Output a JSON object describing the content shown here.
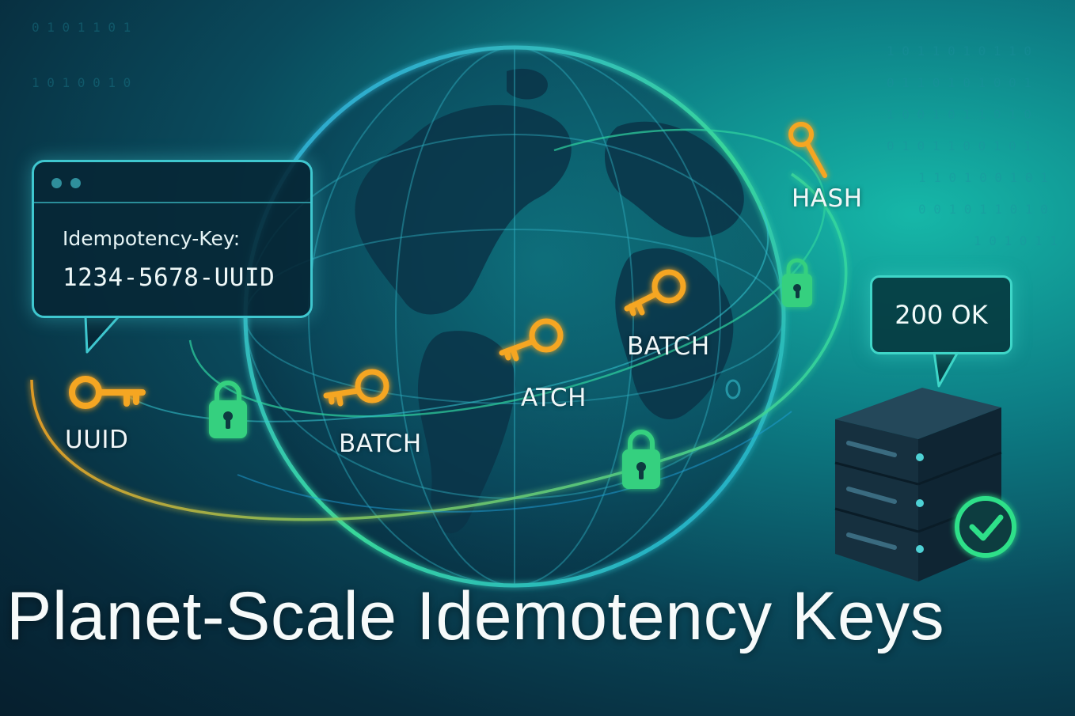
{
  "callout": {
    "header_label": "Idempotency-Key:",
    "value": "1234-5678-UUID"
  },
  "labels": {
    "uuid": "UUID",
    "batch_1": "BATCH",
    "atch": "ATCH",
    "batch_2": "BATCH",
    "hash": "HASH"
  },
  "status": {
    "text": "200 OK"
  },
  "title": "Planet-Scale Idemotency Keys",
  "icons": [
    "key-icon",
    "lock-icon",
    "server-icon",
    "check-icon",
    "globe-icon"
  ],
  "colors": {
    "key": "#f5a623",
    "lock": "#35d07f",
    "accent": "#3fc7cf",
    "check": "#2ee089"
  }
}
